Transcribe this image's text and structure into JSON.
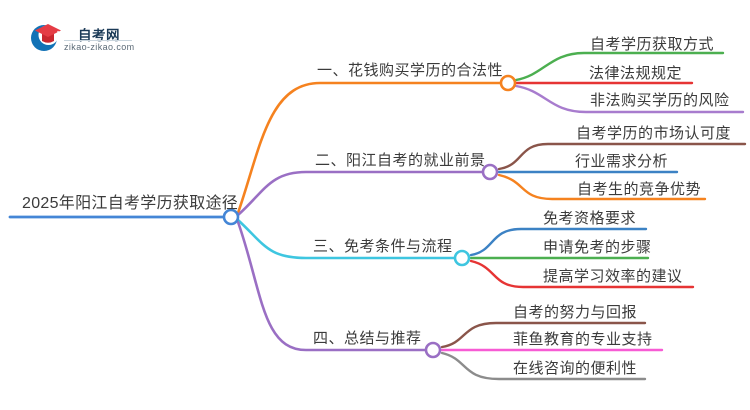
{
  "logo": {
    "title": "自考网",
    "domain": "zikao-zikao.com",
    "colors": {
      "navy": "#1b3a57",
      "cap_red": "#e53c45",
      "cap_dark_red": "#c9272f",
      "crescent_blue": "#1272b6"
    }
  },
  "mindmap": {
    "root": {
      "label": "2025年阳江自考学历获取途径",
      "color": "#4486d6"
    },
    "branches": [
      {
        "label": "一、花钱购买学历的合法性",
        "color": "#f5821f",
        "children": [
          {
            "label": "自考学历获取方式",
            "color": "#4caf50"
          },
          {
            "label": "法律法规规定",
            "color": "#e63434"
          },
          {
            "label": "非法购买学历的风险",
            "color": "#a87cce"
          }
        ]
      },
      {
        "label": "二、阳江自考的就业前景",
        "color": "#9a6fc4",
        "children": [
          {
            "label": "自考学历的市场认可度",
            "color": "#8a554a"
          },
          {
            "label": "行业需求分析",
            "color": "#3c82c4"
          },
          {
            "label": "自考生的竞争优势",
            "color": "#f5821f"
          }
        ]
      },
      {
        "label": "三、免考条件与流程",
        "color": "#3ec6e0",
        "children": [
          {
            "label": "免考资格要求",
            "color": "#3c82c4"
          },
          {
            "label": "申请免考的步骤",
            "color": "#4caf50"
          },
          {
            "label": "提高学习效率的建议",
            "color": "#e63434"
          }
        ]
      },
      {
        "label": "四、总结与推荐",
        "color": "#9a6fc4",
        "children": [
          {
            "label": "自考的努力与回报",
            "color": "#8a554a"
          },
          {
            "label": "菲鱼教育的专业支持",
            "color": "#f75bd4"
          },
          {
            "label": "在线咨询的便利性",
            "color": "#8c8c8c"
          }
        ]
      }
    ]
  }
}
